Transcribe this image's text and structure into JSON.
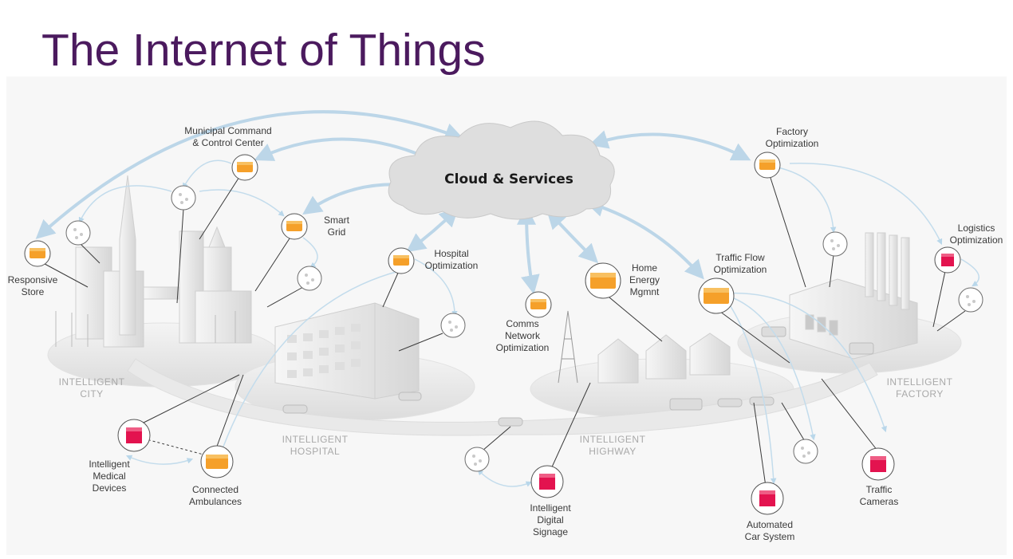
{
  "title": "The Internet of Things",
  "cloud": {
    "label": "Cloud & Services"
  },
  "zones": {
    "city": [
      "INTELLIGENT",
      "CITY"
    ],
    "hospital": [
      "INTELLIGENT",
      "HOSPITAL"
    ],
    "highway": [
      "INTELLIGENT",
      "HIGHWAY"
    ],
    "factory": [
      "INTELLIGENT",
      "FACTORY"
    ]
  },
  "nodes": {
    "municipal": [
      "Municipal Command",
      "& Control Center"
    ],
    "smart_grid": [
      "Smart",
      "Grid"
    ],
    "responsive_store": [
      "Responsive",
      "Store"
    ],
    "hospital_opt": [
      "Hospital",
      "Optimization"
    ],
    "comms": [
      "Comms",
      "Network",
      "Optimization"
    ],
    "home_energy": [
      "Home",
      "Energy",
      "Mgmnt"
    ],
    "traffic_flow": [
      "Traffic Flow",
      "Optimization"
    ],
    "factory_opt": [
      "Factory",
      "Optimization"
    ],
    "logistics": [
      "Logistics",
      "Optimization"
    ],
    "medical": [
      "Intelligent",
      "Medical",
      "Devices"
    ],
    "ambulances": [
      "Connected",
      "Ambulances"
    ],
    "signage": [
      "Intelligent",
      "Digital",
      "Signage"
    ],
    "car_system": [
      "Automated",
      "Car System"
    ],
    "traffic_cameras": [
      "Traffic",
      "Cameras"
    ]
  },
  "colors": {
    "title": "#4b1a5e",
    "orange": "#f5a02a",
    "pink": "#e3134f",
    "arrow": "#b9d7ea"
  }
}
